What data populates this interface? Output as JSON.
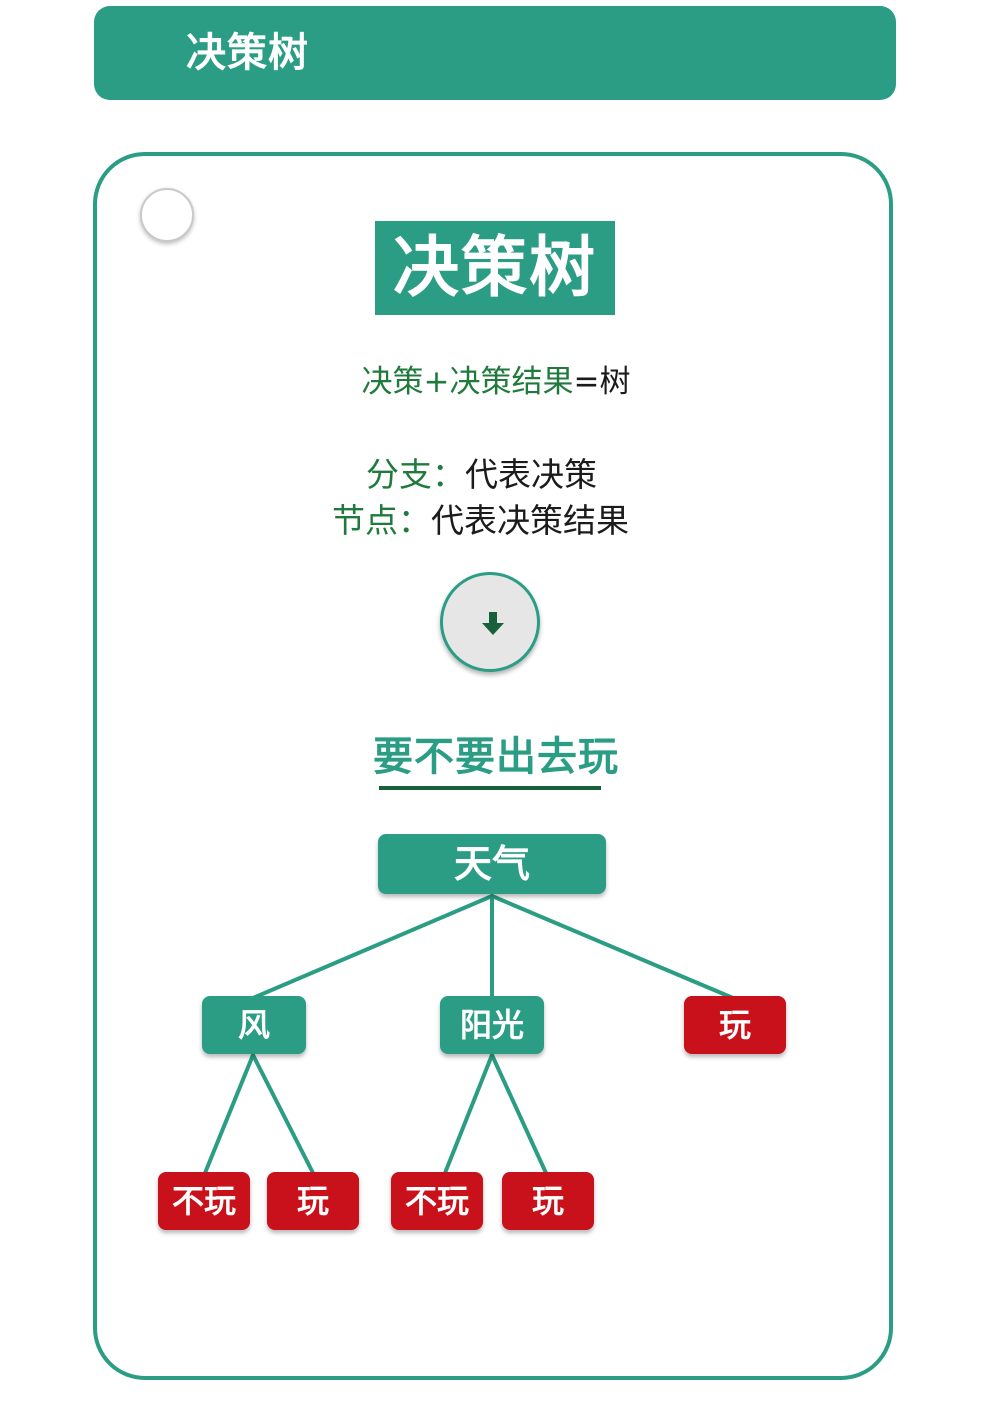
{
  "header": {
    "title": "决策树"
  },
  "card": {
    "title": "决策树",
    "formula": {
      "part1": "决策+决策结果",
      "equals": "=",
      "part2": "树"
    },
    "definitions": [
      {
        "term": "分支：",
        "meaning": "代表决策"
      },
      {
        "term": "节点：",
        "meaning": "代表决策结果"
      }
    ],
    "down_icon": "arrow-down-icon",
    "question": "要不要出去玩"
  },
  "tree": {
    "root": "天气",
    "level1": [
      "风",
      "阳光",
      "玩"
    ],
    "level2_wind": [
      "不玩",
      "玩"
    ],
    "level2_sun": [
      "不玩",
      "玩"
    ]
  },
  "colors": {
    "primary": "#2a9d84",
    "decision_red": "#c8111a",
    "text_green": "#1f7a3c",
    "underline": "#17603a"
  }
}
